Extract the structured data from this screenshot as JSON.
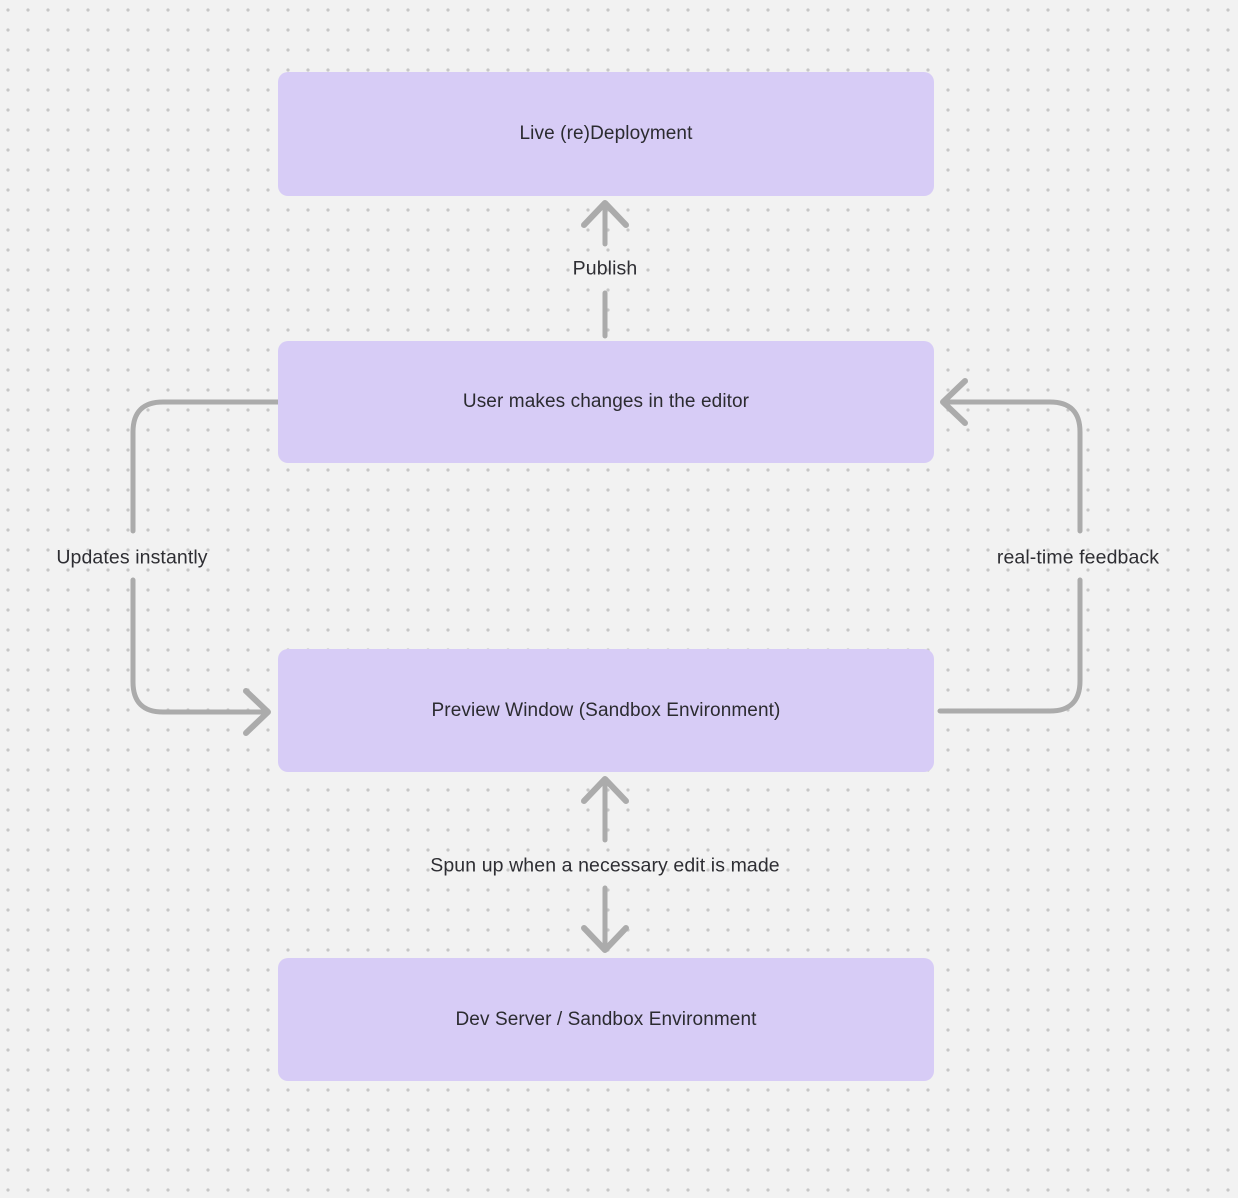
{
  "diagram": {
    "colors": {
      "background": "#f2f2f2",
      "dot_grid": "#c7c7c7",
      "node_fill": "#d7ccf6",
      "node_text": "#2b2b30",
      "arrow": "#ababab",
      "edge_label_text": "#2e2e33"
    },
    "nodes": [
      {
        "id": "live-redeployment",
        "label": "Live (re)Deployment"
      },
      {
        "id": "user-editor",
        "label": "User makes changes in the editor"
      },
      {
        "id": "preview-window",
        "label": "Preview Window (Sandbox Environment)"
      },
      {
        "id": "dev-server",
        "label": "Dev Server / Sandbox Environment"
      }
    ],
    "edges": [
      {
        "id": "publish",
        "label": "Publish",
        "from": "user-editor",
        "to": "live-redeployment",
        "style": "straight-up"
      },
      {
        "id": "updates-instantly",
        "label": "Updates instantly",
        "from": "user-editor",
        "to": "preview-window",
        "style": "left-loop"
      },
      {
        "id": "real-time-feedback",
        "label": "real-time feedback",
        "from": "preview-window",
        "to": "user-editor",
        "style": "right-loop"
      },
      {
        "id": "spun-up",
        "label": "Spun up when a necessary edit is made",
        "from": "preview-window",
        "to": "dev-server",
        "style": "bidirectional-vertical"
      }
    ]
  }
}
